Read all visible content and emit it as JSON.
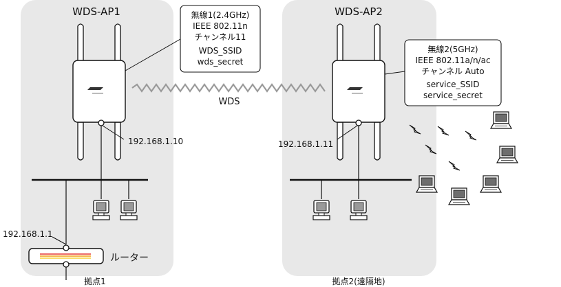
{
  "site1": {
    "title": "WDS-AP1",
    "label": "拠点1",
    "ap_ip": "192.168.1.10"
  },
  "site2": {
    "title": "WDS-AP2",
    "label": "拠点2(遠隔地)",
    "ap_ip": "192.168.1.11"
  },
  "wds_label": "WDS",
  "router": {
    "label": "ルーター",
    "ip": "192.168.1.1"
  },
  "callout1": {
    "lines": [
      "無線1(2.4GHz)",
      "IEEE 802.11n",
      "チャンネル11",
      "WDS_SSID",
      "wds_secret"
    ]
  },
  "callout2": {
    "lines": [
      "無線2(5GHz)",
      "IEEE 802.11a/n/ac",
      "チャンネル Auto",
      "service_SSID",
      "service_secret"
    ]
  },
  "colors": {
    "site_bg": "#e8e8e8",
    "line": "#111111",
    "wave": "#9a9a9a"
  }
}
